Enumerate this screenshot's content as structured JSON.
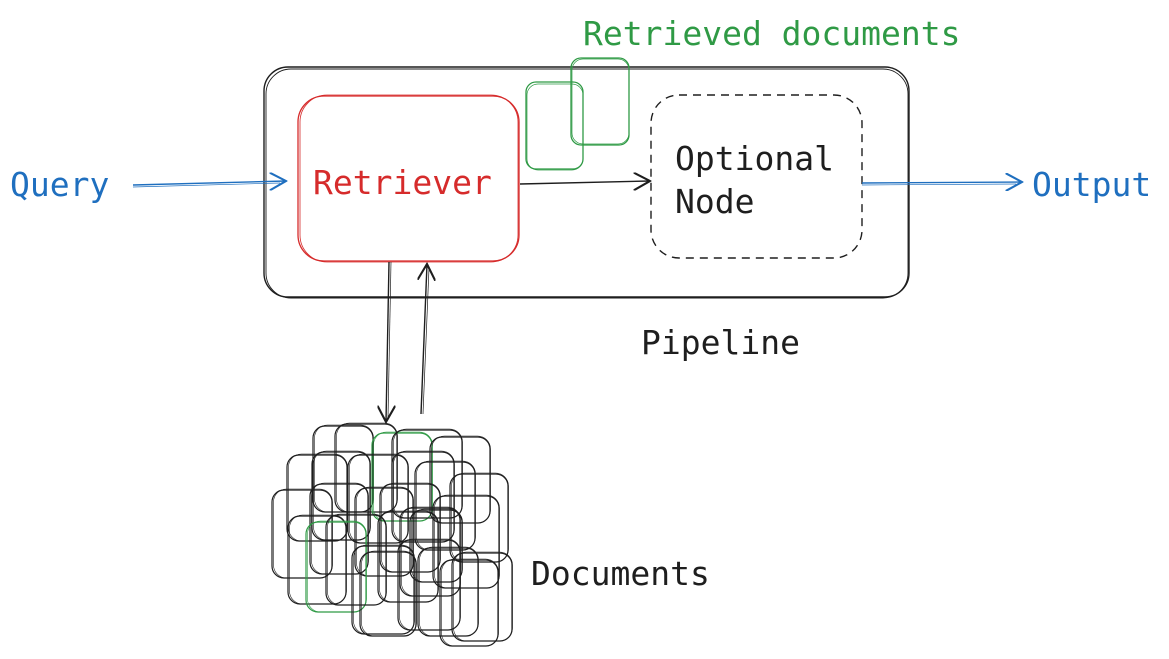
{
  "labels": {
    "query": "Query",
    "retriever": "Retriever",
    "retrieved_documents": "Retrieved documents",
    "optional_node_line1": "Optional",
    "optional_node_line2": "Node",
    "output": "Output",
    "pipeline": "Pipeline",
    "documents": "Documents"
  },
  "colors": {
    "query": "#1f6fbf",
    "output": "#1f6fbf",
    "retriever": "#d62b2b",
    "retrieved_documents": "#2f9a45",
    "ink": "#1e1e1e"
  }
}
